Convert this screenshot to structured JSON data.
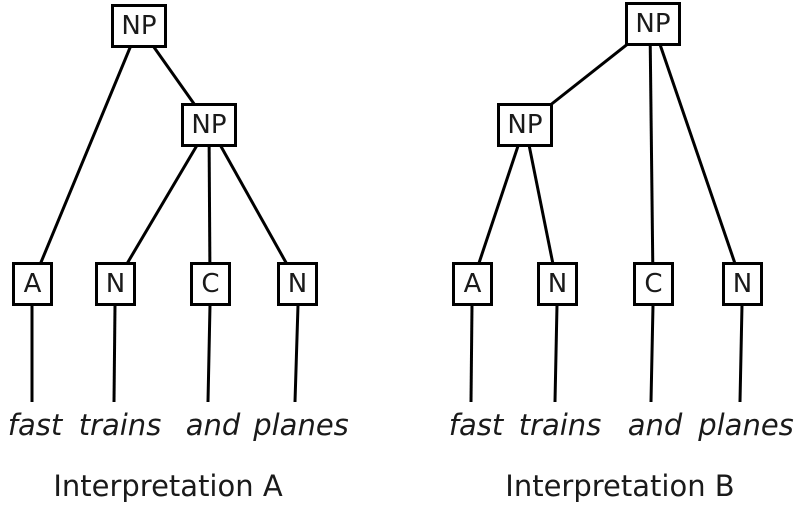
{
  "diagram_title": "",
  "colors": {
    "background": "#ffffff",
    "line": "#000000",
    "text": "#1a1a1a"
  },
  "trees": [
    {
      "caption": "Interpretation A",
      "root_label": "NP",
      "inner_label": "NP",
      "leaves": [
        "A",
        "N",
        "C",
        "N"
      ],
      "words": [
        "fast",
        "trains",
        "and",
        "planes"
      ],
      "structure": {
        "root_children": [
          "A",
          "NP(inner)"
        ],
        "inner_children": [
          "N",
          "C",
          "N"
        ]
      }
    },
    {
      "caption": "Interpretation B",
      "root_label": "NP",
      "inner_label": "NP",
      "leaves": [
        "A",
        "N",
        "C",
        "N"
      ],
      "words": [
        "fast",
        "trains",
        "and",
        "planes"
      ],
      "structure": {
        "root_children": [
          "NP(inner)",
          "C",
          "N"
        ],
        "inner_children": [
          "A",
          "N"
        ]
      }
    }
  ]
}
